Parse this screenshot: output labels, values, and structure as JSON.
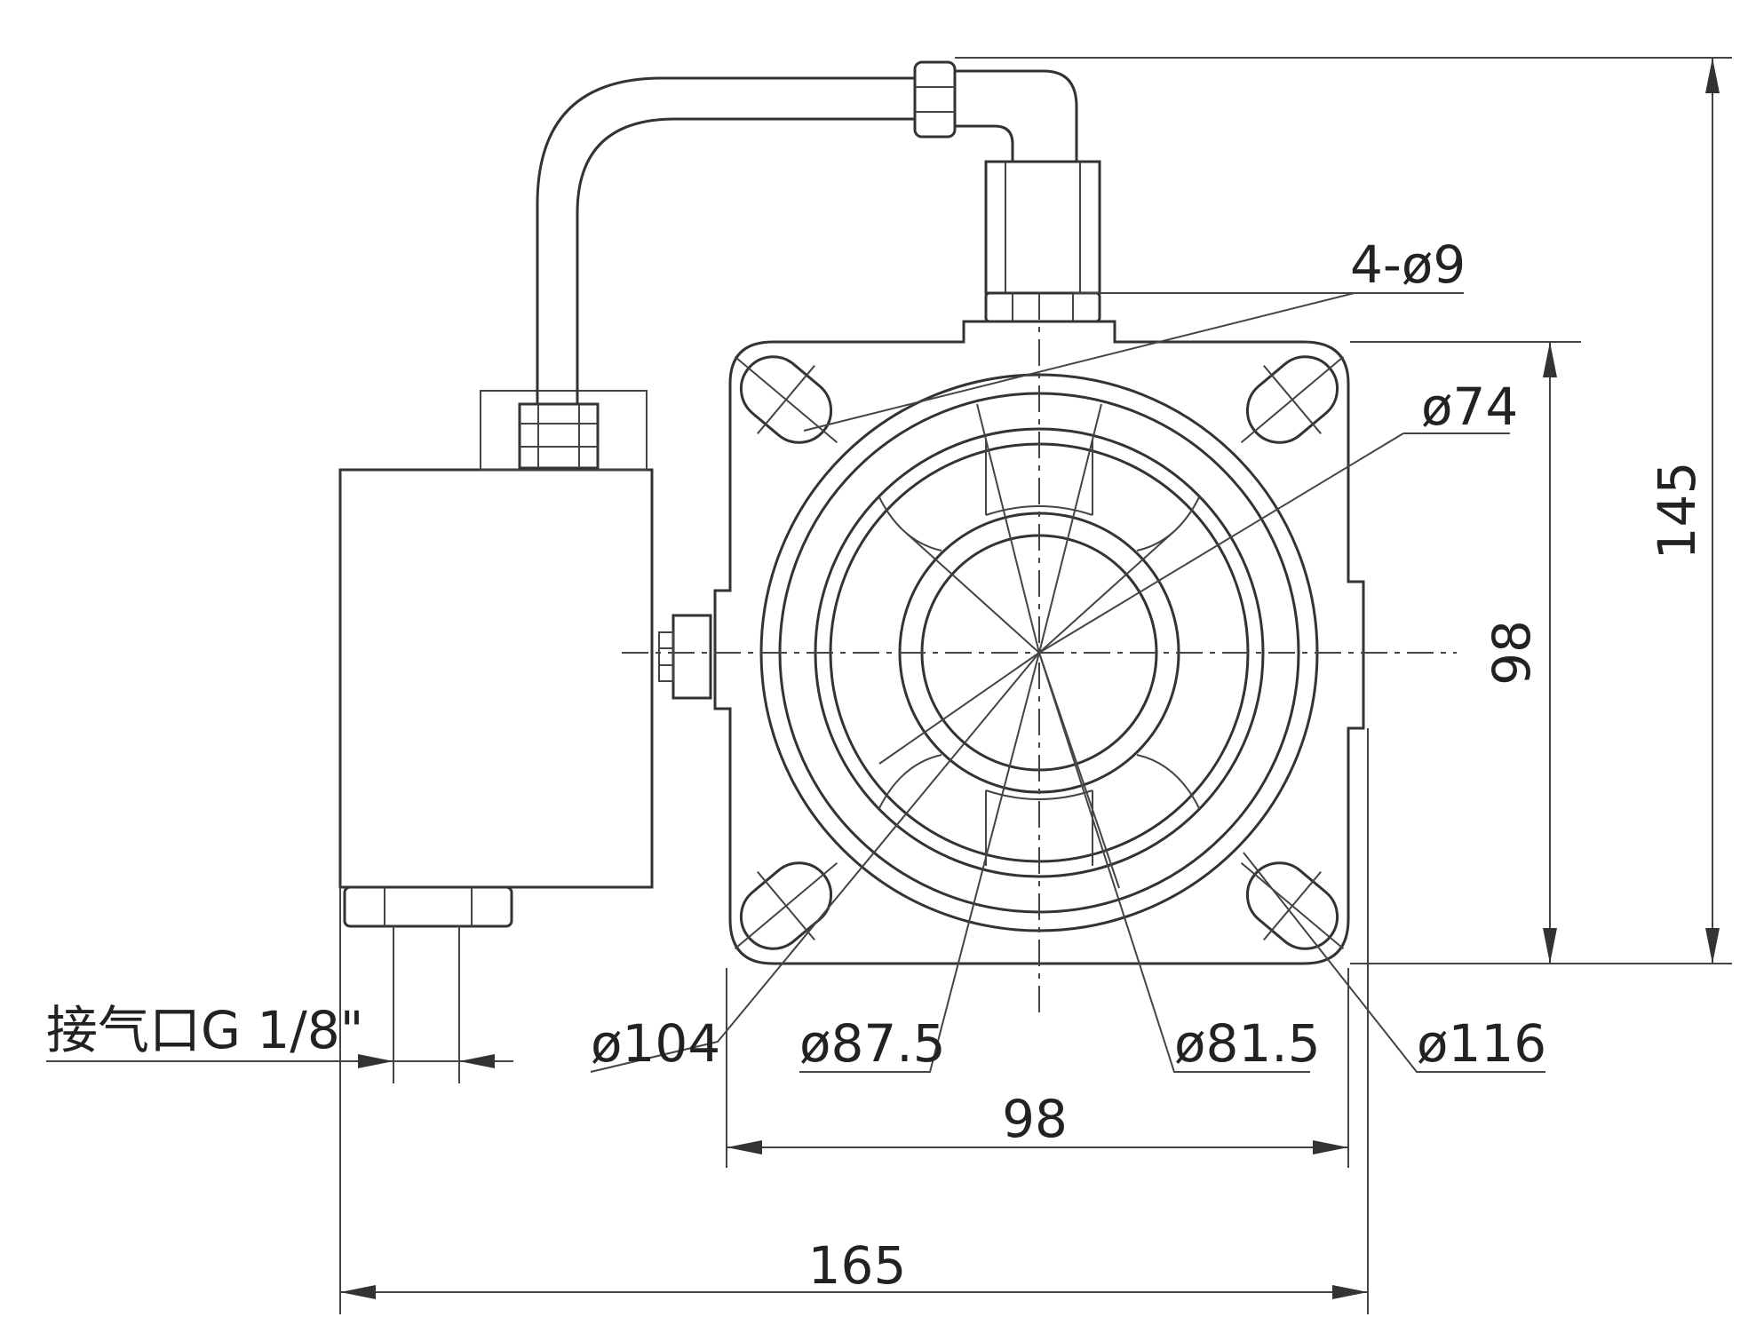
{
  "dimensions": {
    "height_total": "145",
    "height_flange": "98",
    "width_flange": "98",
    "width_total": "165"
  },
  "callouts": {
    "holes": "4-ø9",
    "d74": "ø74",
    "d104": "ø104",
    "d87_5": "ø87.5",
    "d81_5": "ø81.5",
    "d116": "ø116",
    "air_inlet": "接气口G 1/8\""
  },
  "colors": {
    "line": "#333333",
    "text": "#222222",
    "background": "#ffffff"
  }
}
